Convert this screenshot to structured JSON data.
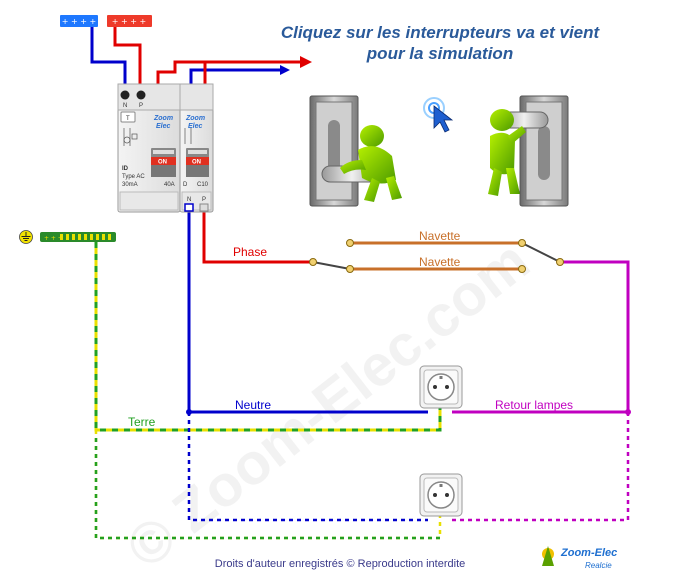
{
  "title": {
    "line1": "Cliquez sur les interrupteurs va et vient",
    "line2": "pour la simulation"
  },
  "labels": {
    "phase": "Phase",
    "navette1": "Navette",
    "navette2": "Navette",
    "neutre": "Neutre",
    "terre": "Terre",
    "retour": "Retour lampes"
  },
  "breakers": {
    "differential": {
      "brand_line1": "Zoom",
      "brand_line2": "Elec",
      "on_label": "ON",
      "test_label": "T",
      "id_label": "ID",
      "type_label": "Type AC",
      "sensitivity": "30mA",
      "rating": "40A",
      "terminal_n": "N",
      "terminal_p": "P"
    },
    "circuit": {
      "brand_line1": "Zoom",
      "brand_line2": "Elec",
      "on_label": "ON",
      "curve": "D",
      "rating": "C10",
      "terminal_n": "N",
      "terminal_p": "P"
    }
  },
  "footer": "Droits d'auteur enregistrés © Reproduction interdite",
  "logo": {
    "name": "Zoom-Elec",
    "tagline": "Realcie"
  },
  "watermark": "© Zoom-Elec.com",
  "icons": {
    "click_cursor": "cursor-click-icon",
    "earth": "earth-ground-icon"
  },
  "colors": {
    "phase": "#e00000",
    "neutre": "#0000cc",
    "navette": "#c8702a",
    "retour": "#c000c0",
    "terre_yellow": "#e8e000",
    "terre_green": "#22a022",
    "title": "#2a5a9a"
  }
}
